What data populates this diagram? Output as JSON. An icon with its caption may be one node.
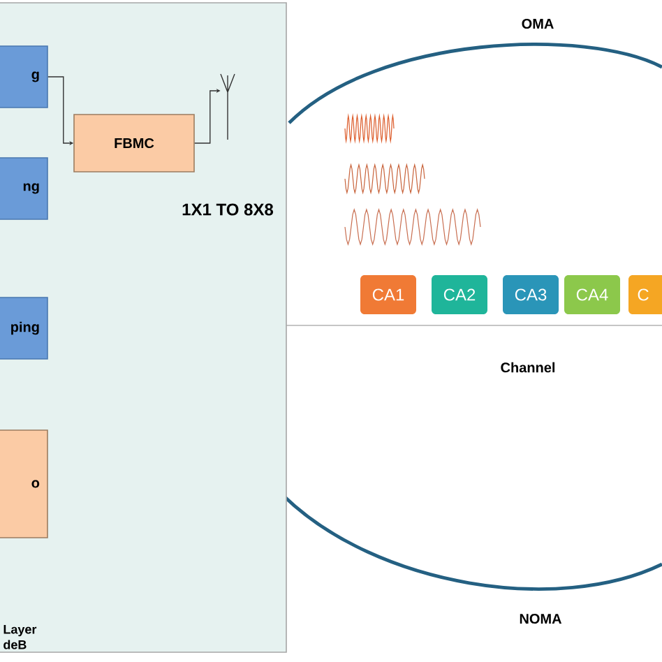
{
  "diagram": {
    "nodes": [
      {
        "text": [
          "Layer deB"
        ]
      },
      {
        "text": [
          "g"
        ]
      },
      {
        "text": [
          "ng"
        ]
      },
      {
        "text": [
          "ping"
        ]
      },
      {
        "text": [
          "o"
        ]
      },
      {
        "text": [
          "FBMC"
        ],
        "in": 0
      },
      {
        "text": [],
        "shape": "antenna",
        "in": 0
      },
      {
        "text": [
          "CA1"
        ]
      },
      {
        "text": [
          "CA2"
        ]
      },
      {
        "text": [
          "CA3"
        ]
      },
      {
        "text": [
          "CA4"
        ]
      },
      {
        "text": [
          "C"
        ]
      }
    ],
    "edges": [
      {
        "from": 1,
        "to": 5,
        "arrow": "to"
      },
      {
        "from": 5,
        "to": 6,
        "arrow": "to"
      }
    ],
    "labels": [
      "1X1 TO 8X8",
      "OMA",
      "Channel",
      "NOMA"
    ]
  }
}
